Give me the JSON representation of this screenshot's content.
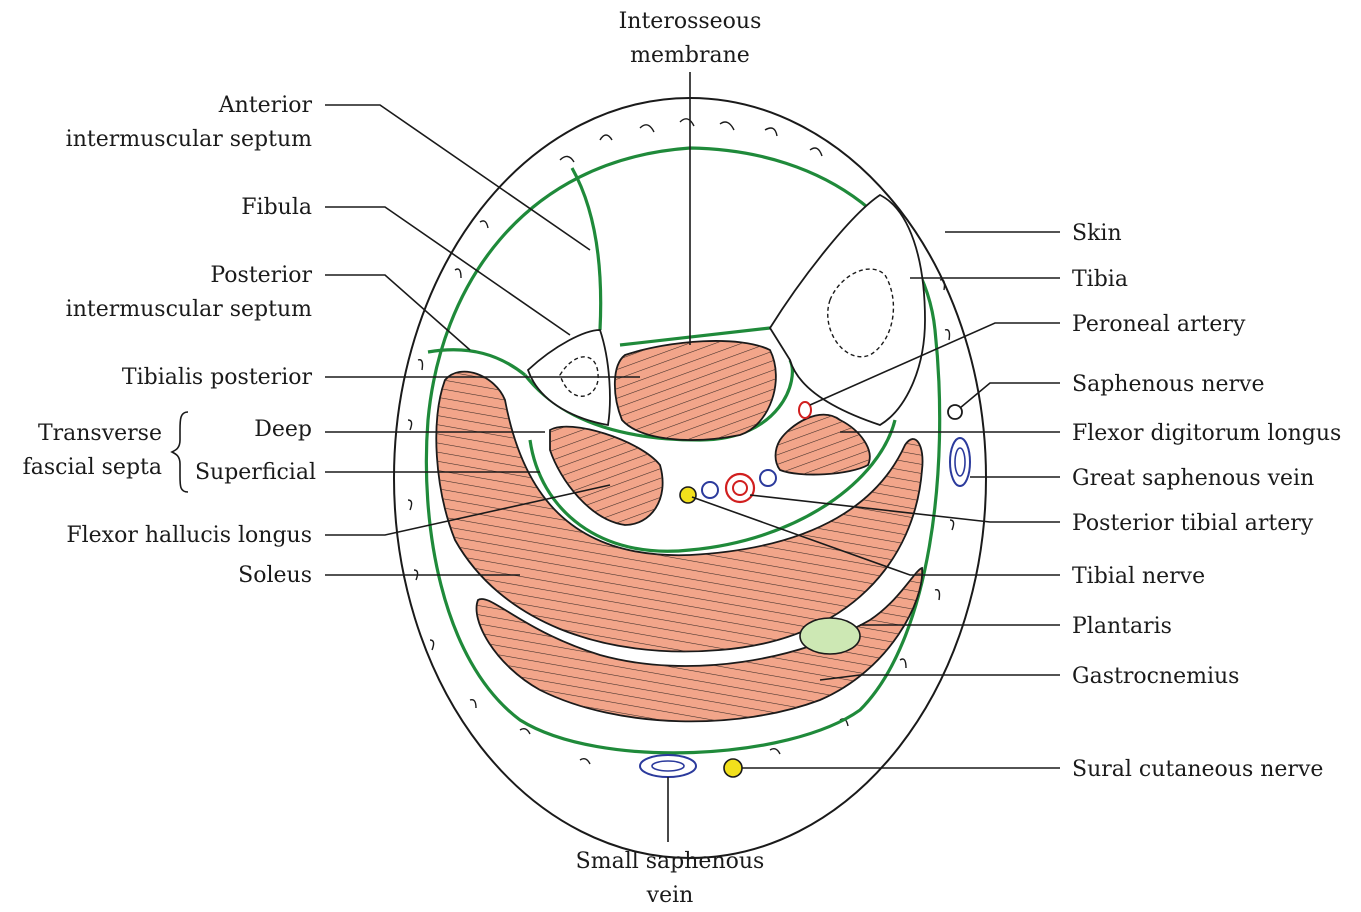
{
  "labels": {
    "interosseous_membrane": [
      "Interosseous",
      "membrane"
    ],
    "anterior_intermuscular_septum": [
      "Anterior",
      "intermuscular septum"
    ],
    "fibula": "Fibula",
    "posterior_intermuscular_septum": [
      "Posterior",
      "intermuscular septum"
    ],
    "tibialis_posterior": "Tibialis posterior",
    "transverse_fascial_septa": [
      "Transverse",
      "fascial septa"
    ],
    "deep": "Deep",
    "superficial": "Superficial",
    "flexor_hallucis_longus": "Flexor hallucis longus",
    "soleus": "Soleus",
    "skin": "Skin",
    "tibia": "Tibia",
    "peroneal_artery": "Peroneal artery",
    "saphenous_nerve": "Saphenous nerve",
    "flexor_digitorum_longus": "Flexor digitorum longus",
    "great_saphenous_vein": "Great saphenous vein",
    "posterior_tibial_artery": "Posterior tibial artery",
    "tibial_nerve": "Tibial nerve",
    "plantaris": "Plantaris",
    "gastrocnemius": "Gastrocnemius",
    "sural_cutaneous_nerve": "Sural cutaneous nerve",
    "small_saphenous_vein": [
      "Small saphenous",
      "vein"
    ]
  },
  "colors": {
    "muscle": "#f2a58a",
    "fascia": "#1f8a3a",
    "vein": "#2b3a9c",
    "artery": "#d11f1f",
    "nerve": "#f2e01c",
    "plantaris": "#cde8b4"
  }
}
